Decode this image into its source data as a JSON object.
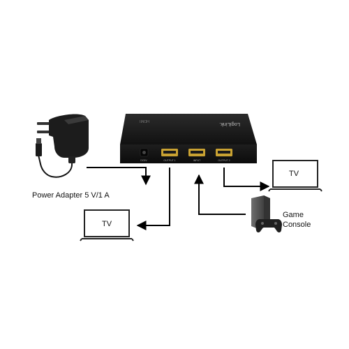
{
  "device": {
    "brand_text": "LogiLink.",
    "hdmi_logo_text": "HDMI",
    "ports": {
      "dc": "DC5V",
      "output1": "OUTPUT 1",
      "input": "INPUT",
      "output2": "OUTPUT 2"
    }
  },
  "labels": {
    "power_adapter": "Power Adapter 5 V/1 A",
    "tv_right": "TV",
    "tv_left": "TV",
    "game_console_line1": "Game",
    "game_console_line2": "Console"
  },
  "colors": {
    "device_body": "#1a1a1a",
    "port_gold": "#c9a232",
    "line": "#000000",
    "tv_frame": "#222222"
  },
  "icons": [
    "power-adapter-icon",
    "tv-icon",
    "game-console-icon",
    "arrow-icon"
  ]
}
